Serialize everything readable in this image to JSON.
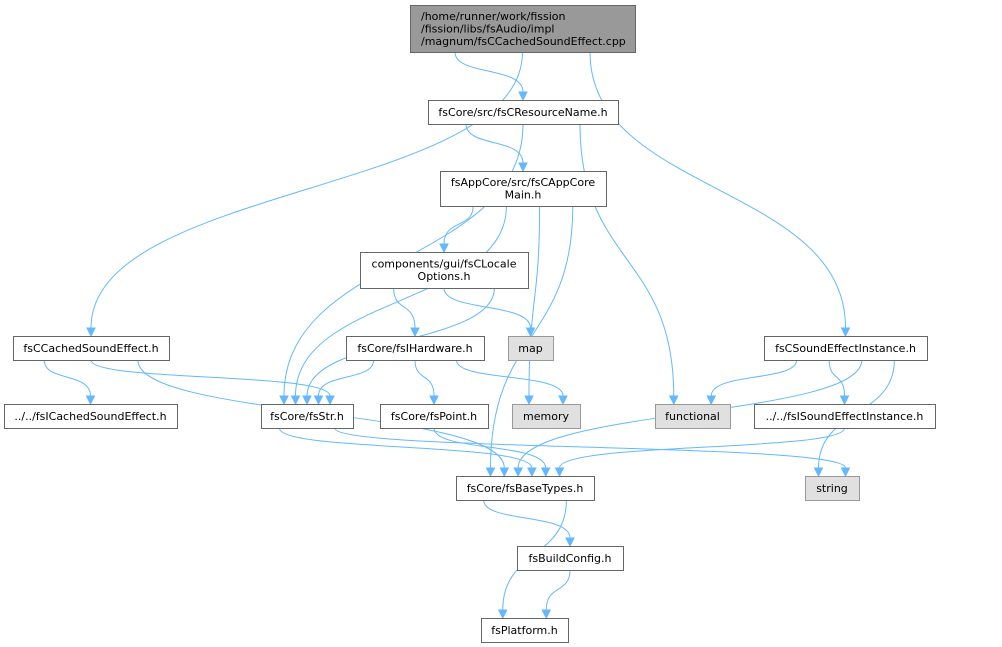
{
  "colors": {
    "edge": "#63b8ff",
    "node_fill": "#ffffff",
    "node_stroke": "#666666",
    "root_fill": "#999999",
    "root_stroke": "#666666",
    "external_fill": "#e0e0e0",
    "external_stroke": "#999999"
  },
  "nodes": [
    {
      "id": "root",
      "lines": [
        "/home/runner/work/fission",
        "/fission/libs/fsAudio/impl",
        "/magnum/fsCCachedSoundEffect.cpp"
      ],
      "kind": "root"
    },
    {
      "id": "resname",
      "lines": [
        "fsCore/src/fsCResourceName.h"
      ],
      "kind": "file"
    },
    {
      "id": "appcore",
      "lines": [
        "fsAppCore/src/fsCAppCore",
        "Main.h"
      ],
      "kind": "file"
    },
    {
      "id": "locale",
      "lines": [
        "components/gui/fsCLocale",
        "Options.h"
      ],
      "kind": "file"
    },
    {
      "id": "hardware",
      "lines": [
        "fsCore/fsIHardware.h"
      ],
      "kind": "file"
    },
    {
      "id": "map",
      "lines": [
        "map"
      ],
      "kind": "external"
    },
    {
      "id": "cached",
      "lines": [
        "fsCCachedSoundEffect.h"
      ],
      "kind": "file"
    },
    {
      "id": "soundinst",
      "lines": [
        "fsCSoundEffectInstance.h"
      ],
      "kind": "file"
    },
    {
      "id": "icached",
      "lines": [
        "../../fsICachedSoundEffect.h"
      ],
      "kind": "file"
    },
    {
      "id": "str",
      "lines": [
        "fsCore/fsStr.h"
      ],
      "kind": "file"
    },
    {
      "id": "point",
      "lines": [
        "fsCore/fsPoint.h"
      ],
      "kind": "file"
    },
    {
      "id": "memory",
      "lines": [
        "memory"
      ],
      "kind": "external"
    },
    {
      "id": "functional",
      "lines": [
        "functional"
      ],
      "kind": "external"
    },
    {
      "id": "isoundinst",
      "lines": [
        "../../fsISoundEffectInstance.h"
      ],
      "kind": "file"
    },
    {
      "id": "basetypes",
      "lines": [
        "fsCore/fsBaseTypes.h"
      ],
      "kind": "file"
    },
    {
      "id": "string",
      "lines": [
        "string"
      ],
      "kind": "external"
    },
    {
      "id": "buildconfig",
      "lines": [
        "fsBuildConfig.h"
      ],
      "kind": "file"
    },
    {
      "id": "platform",
      "lines": [
        "fsPlatform.h"
      ],
      "kind": "file"
    }
  ],
  "edges": [
    {
      "from": "root",
      "to": "resname"
    },
    {
      "from": "root",
      "to": "cached"
    },
    {
      "from": "root",
      "to": "soundinst"
    },
    {
      "from": "resname",
      "to": "appcore"
    },
    {
      "from": "resname",
      "to": "str"
    },
    {
      "from": "resname",
      "to": "functional"
    },
    {
      "from": "appcore",
      "to": "locale"
    },
    {
      "from": "appcore",
      "to": "str"
    },
    {
      "from": "appcore",
      "to": "memory"
    },
    {
      "from": "appcore",
      "to": "basetypes"
    },
    {
      "from": "locale",
      "to": "hardware"
    },
    {
      "from": "locale",
      "to": "map"
    },
    {
      "from": "locale",
      "to": "str"
    },
    {
      "from": "hardware",
      "to": "str"
    },
    {
      "from": "hardware",
      "to": "point"
    },
    {
      "from": "hardware",
      "to": "memory"
    },
    {
      "from": "cached",
      "to": "icached"
    },
    {
      "from": "cached",
      "to": "str"
    },
    {
      "from": "cached",
      "to": "basetypes"
    },
    {
      "from": "soundinst",
      "to": "functional"
    },
    {
      "from": "soundinst",
      "to": "isoundinst"
    },
    {
      "from": "soundinst",
      "to": "basetypes"
    },
    {
      "from": "soundinst",
      "to": "string"
    },
    {
      "from": "str",
      "to": "basetypes"
    },
    {
      "from": "str",
      "to": "string"
    },
    {
      "from": "point",
      "to": "basetypes"
    },
    {
      "from": "isoundinst",
      "to": "basetypes"
    },
    {
      "from": "basetypes",
      "to": "buildconfig"
    },
    {
      "from": "basetypes",
      "to": "platform"
    },
    {
      "from": "buildconfig",
      "to": "platform"
    }
  ]
}
